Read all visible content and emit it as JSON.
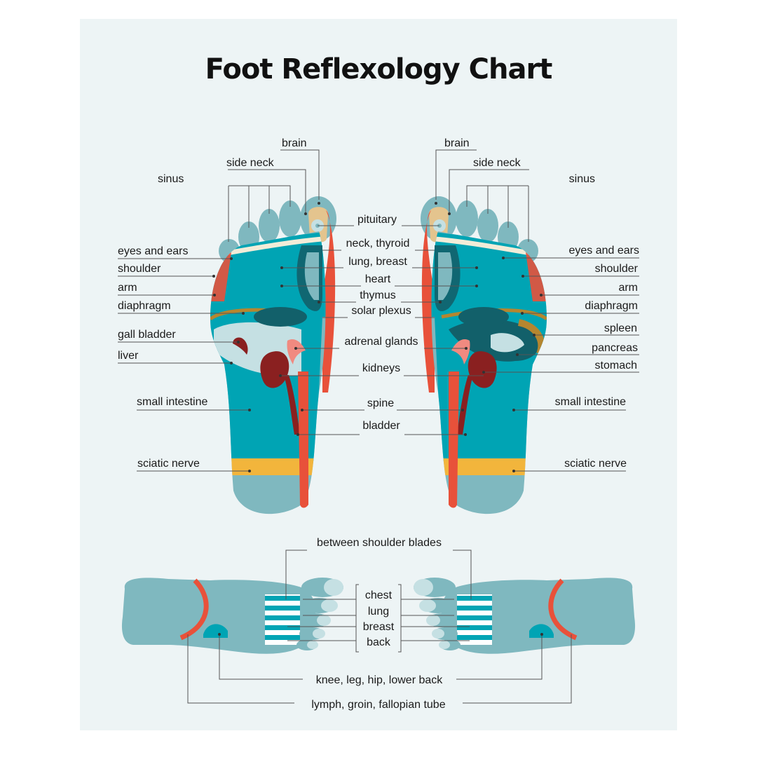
{
  "title": "Foot Reflexology Chart",
  "colors": {
    "background": "#edf4f5",
    "foot_base": "#7fb8bf",
    "teal": "#00a4b4",
    "dark_teal": "#12606a",
    "light": "#c5e0e3",
    "red": "#e8513a",
    "orange": "#f2b53c",
    "kidney": "#8a2020",
    "adrenal": "#f08a80",
    "tan": "#e4c48e",
    "cream": "#f2ecd8",
    "brown": "#b5862f"
  },
  "sole_labels": {
    "left": {
      "brain": "brain",
      "side_neck": "side neck",
      "sinus": "sinus",
      "eyes_and_ears": "eyes and ears",
      "shoulder": "shoulder",
      "arm": "arm",
      "diaphragm": "diaphragm",
      "gall_bladder": "gall bladder",
      "liver": "liver",
      "small_intestine": "small intestine",
      "sciatic_nerve": "sciatic nerve"
    },
    "center": {
      "pituitary": "pituitary",
      "neck_thyroid": "neck, thyroid",
      "lung_breast": "lung, breast",
      "heart": "heart",
      "thymus": "thymus",
      "solar_plexus": "solar plexus",
      "adrenal_glands": "adrenal glands",
      "kidneys": "kidneys",
      "spine": "spine",
      "bladder": "bladder"
    },
    "right": {
      "brain": "brain",
      "side_neck": "side neck",
      "sinus": "sinus",
      "eyes_and_ears": "eyes and ears",
      "shoulder": "shoulder",
      "arm": "arm",
      "diaphragm": "diaphragm",
      "spleen": "spleen",
      "pancreas": "pancreas",
      "stomach": "stomach",
      "small_intestine": "small intestine",
      "sciatic_nerve": "sciatic nerve"
    }
  },
  "top_view_labels": {
    "between_shoulder_blades": "between shoulder blades",
    "chest": "chest",
    "lung": "lung",
    "breast": "breast",
    "back": "back",
    "knee_leg_hip": "knee, leg, hip, lower back",
    "lymph": "lymph, groin, fallopian tube"
  }
}
